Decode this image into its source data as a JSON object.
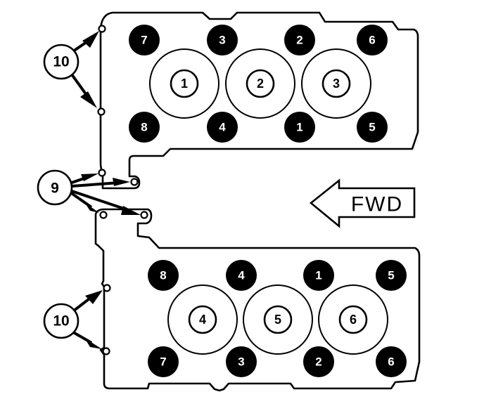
{
  "figure": {
    "title": "Cylinder head bolt tightening sequence",
    "direction_label": "FWD"
  },
  "upper_head": {
    "cylinders": [
      "1",
      "2",
      "3"
    ],
    "bolts_top_row": [
      "7",
      "3",
      "2",
      "6"
    ],
    "bolts_bottom_row": [
      "8",
      "4",
      "1",
      "5"
    ]
  },
  "lower_head": {
    "cylinders": [
      "4",
      "5",
      "6"
    ],
    "bolts_top_row": [
      "8",
      "4",
      "1",
      "5"
    ],
    "bolts_bottom_row": [
      "7",
      "3",
      "2",
      "6"
    ]
  },
  "callouts": {
    "upper_end_bolts": "10",
    "center_bolts": "9",
    "lower_end_bolts": "10"
  }
}
